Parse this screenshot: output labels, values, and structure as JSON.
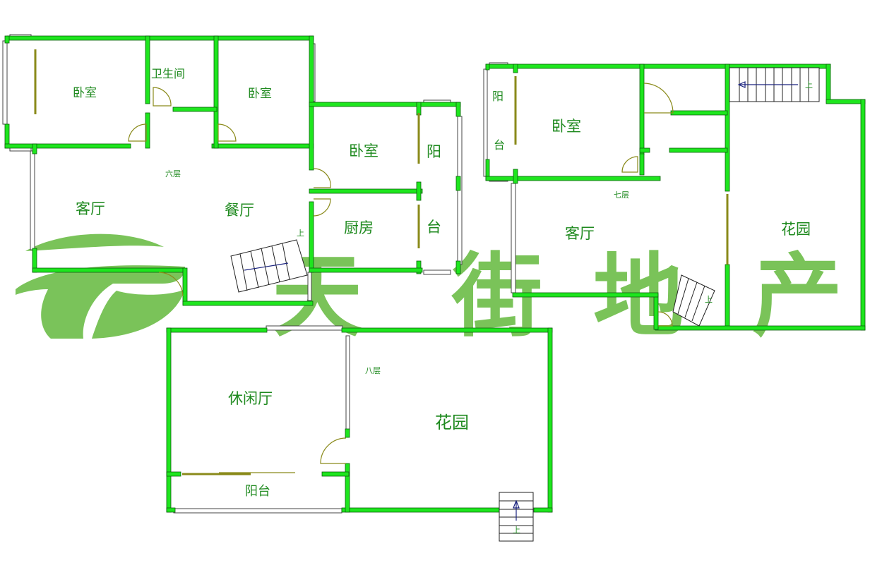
{
  "floors": {
    "f6": {
      "level_label": "六层",
      "rooms": {
        "bedroom_left": "卧室",
        "bathroom": "卫生间",
        "bedroom_mid": "卧室",
        "bedroom_right": "卧室",
        "living_room": "客厅",
        "dining_room": "餐厅",
        "kitchen": "厨房",
        "balcony_top": "阳",
        "balcony_bottom": "台"
      },
      "stair_label": "上"
    },
    "f7": {
      "level_label": "七层",
      "rooms": {
        "balcony_top": "阳",
        "balcony_bottom": "台",
        "bedroom": "卧室",
        "living_room": "客厅",
        "garden": "花园"
      },
      "stair_label": "上"
    },
    "f8": {
      "level_label": "八层",
      "rooms": {
        "lounge": "休闲厅",
        "garden": "花园",
        "balcony": "阳台"
      },
      "stair_label": "上"
    }
  },
  "watermark": {
    "text": [
      "天",
      "街",
      "地",
      "产"
    ],
    "color": "#6cbd48"
  },
  "colors": {
    "wall": "#1ee61e",
    "label": "#1f8a1f",
    "door": "#8a8a1a"
  }
}
